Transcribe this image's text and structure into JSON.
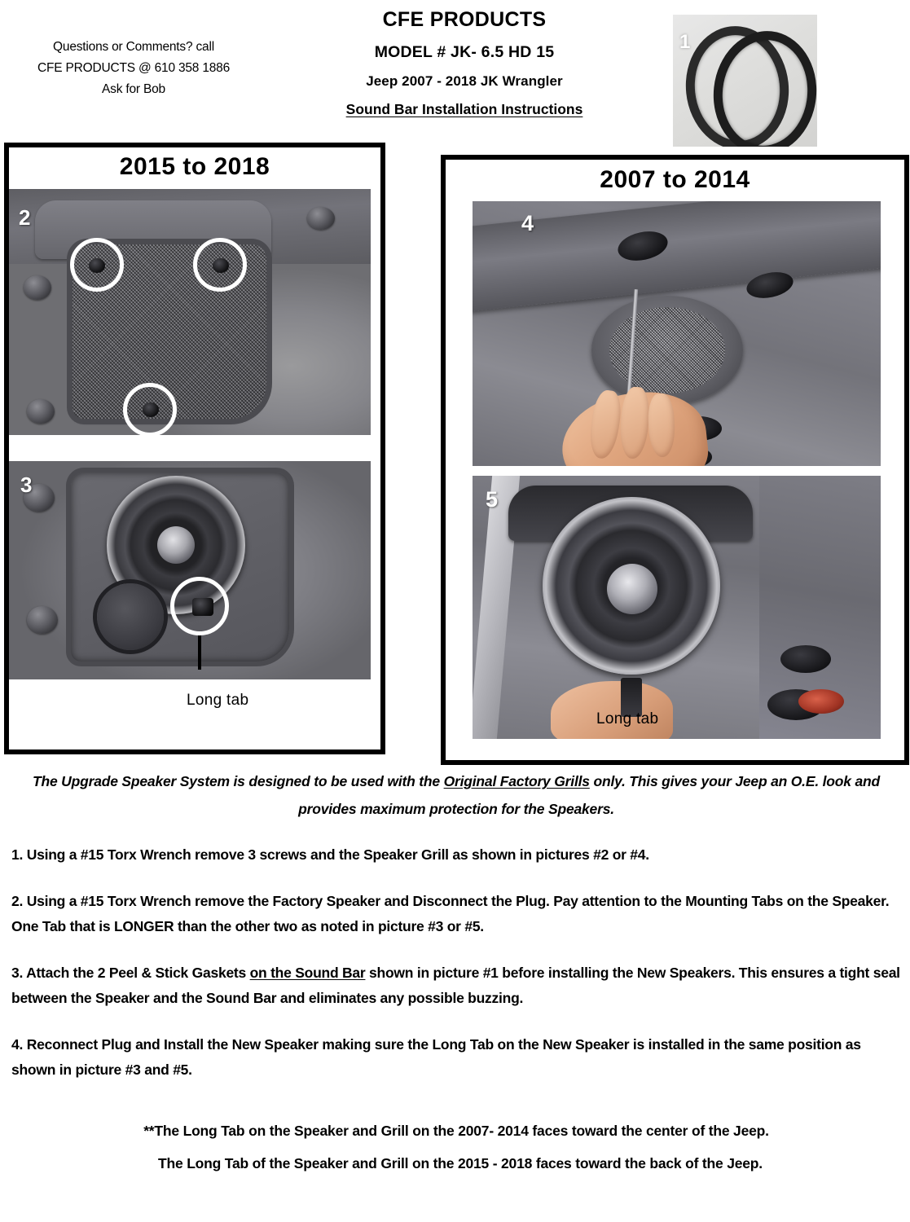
{
  "header": {
    "contact": {
      "line1": "Questions or Comments? call",
      "line2": "CFE PRODUCTS @  610 358 1886",
      "line3": "Ask for Bob"
    },
    "company_name": "CFE PRODUCTS",
    "model_line": "MODEL # JK- 6.5 HD 15",
    "vehicle_line": "Jeep 2007 - 2018 JK Wrangler",
    "doc_subtitle": "Sound Bar Installation Instructions "
  },
  "figures": {
    "gasket": {
      "number": "1",
      "caption_alt": "Two peel and stick foam gaskets"
    }
  },
  "panels": {
    "left": {
      "title": "2015 to 2018",
      "photos": [
        {
          "number": "2",
          "alt": "Factory speaker grill with three Torx screws circled"
        },
        {
          "number": "3",
          "alt": "Factory speaker removed showing mounting tabs",
          "tab_label": "Long tab"
        }
      ]
    },
    "right": {
      "title": "2007 to 2014",
      "photos": [
        {
          "number": "4",
          "alt": "Hand using Torx screwdriver on round speaker grill"
        },
        {
          "number": "5",
          "alt": "Speaker held in place showing the long mounting tab",
          "tab_label": "Long tab"
        }
      ]
    }
  },
  "intro": {
    "part1": "The  Upgrade Speaker System is designed to be used with the ",
    "emphasis": "Original Factory Grills",
    "part2": " only.  This gives your Jeep an O.E. look and provides maximum protection for the Speakers."
  },
  "steps": [
    {
      "number": "1.",
      "text": "  Using a #15 Torx Wrench remove 3 screws and the Speaker Grill as shown in pictures #2 or #4."
    },
    {
      "number": "2.",
      "text": "  Using a #15 Torx Wrench remove the Factory Speaker and Disconnect the Plug.  Pay attention to the Mounting Tabs on the Speaker. One Tab that is LONGER than the other two as noted in picture #3 or #5."
    },
    {
      "number": "3.",
      "prefix": "  Attach the 2 Peel & Stick Gaskets ",
      "emphasis": "on the Sound Bar",
      "suffix": " shown in picture #1 before installing the New Speakers.  This ensures a tight seal between the Speaker and the Sound Bar and eliminates any possible buzzing."
    },
    {
      "number": "4.",
      "text": "  Reconnect Plug and Install the  New Speaker making sure the Long Tab on the New Speaker is installed in the same position as shown in picture #3 and #5."
    }
  ],
  "footnotes": {
    "line1": "**The Long Tab on the Speaker and Grill on the 2007- 2014 faces toward the center of the Jeep.",
    "line2": "The Long Tab of the Speaker and Grill on the 2015 - 2018 faces toward the back of the Jeep."
  },
  "colors": {
    "text": "#000000",
    "background": "#ffffff",
    "panel_border": "#000000",
    "marker": "#ffffff"
  }
}
